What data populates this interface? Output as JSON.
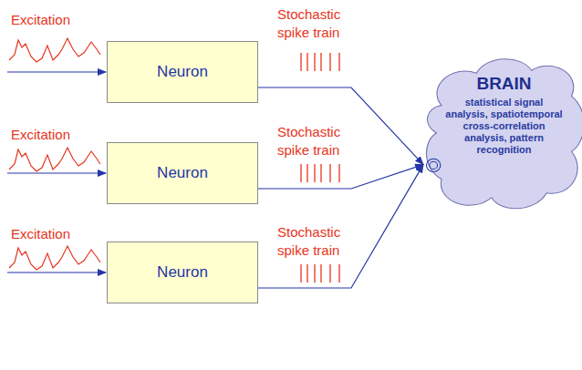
{
  "diagram": {
    "nodes": [
      {
        "text": [
          "Neuron"
        ]
      },
      {
        "text": [
          "Neuron"
        ]
      },
      {
        "text": [
          "Neuron"
        ]
      },
      {
        "text": [
          "BRAIN",
          "statistical signal analysis, spatiotemporal cross-correlation analysis, pattern recognition"
        ]
      }
    ],
    "edges": [
      {
        "from": 0,
        "to": 3,
        "arrow": "to"
      },
      {
        "from": 1,
        "to": 3,
        "arrow": "to"
      },
      {
        "from": 2,
        "to": 3,
        "arrow": "to"
      }
    ],
    "labels": [
      "Excitation",
      "Stochastic spike train",
      "Excitation",
      "Stochastic spike train",
      "Excitation",
      "Stochastic spike train"
    ]
  }
}
